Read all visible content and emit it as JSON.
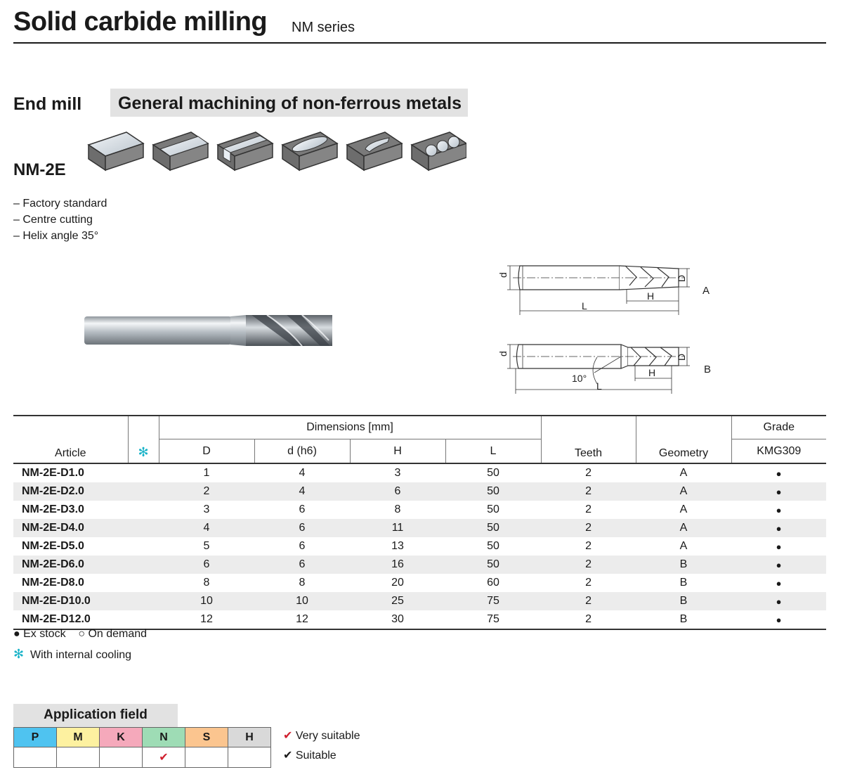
{
  "header": {
    "title": "Solid carbide milling",
    "subtitle": "NM series"
  },
  "section": {
    "type_label": "End mill",
    "banner": "General machining of non-ferrous metals"
  },
  "product": {
    "model": "NM-2E",
    "features": [
      "– Factory standard",
      "– Centre cutting",
      "– Helix angle 35°"
    ]
  },
  "drawing": {
    "a": {
      "label": "A",
      "d": "d",
      "D": "D",
      "H": "H",
      "L": "L"
    },
    "b": {
      "label": "B",
      "d": "d",
      "D": "D",
      "H": "H",
      "L": "L",
      "angle": "10°"
    }
  },
  "table": {
    "header_article": "Article",
    "header_cooling_icon": "✻",
    "header_dimensions": "Dimensions [mm]",
    "header_D": "D",
    "header_d": "d (h6)",
    "header_H": "H",
    "header_L": "L",
    "header_teeth": "Teeth",
    "header_geometry": "Geometry",
    "header_grade": "Grade",
    "header_grade_name": "KMG309",
    "rows": [
      [
        "NM-2E-D1.0",
        "1",
        "4",
        "3",
        "50",
        "2",
        "A",
        "●"
      ],
      [
        "NM-2E-D2.0",
        "2",
        "4",
        "6",
        "50",
        "2",
        "A",
        "●"
      ],
      [
        "NM-2E-D3.0",
        "3",
        "6",
        "8",
        "50",
        "2",
        "A",
        "●"
      ],
      [
        "NM-2E-D4.0",
        "4",
        "6",
        "11",
        "50",
        "2",
        "A",
        "●"
      ],
      [
        "NM-2E-D5.0",
        "5",
        "6",
        "13",
        "50",
        "2",
        "A",
        "●"
      ],
      [
        "NM-2E-D6.0",
        "6",
        "6",
        "16",
        "50",
        "2",
        "B",
        "●"
      ],
      [
        "NM-2E-D8.0",
        "8",
        "8",
        "20",
        "60",
        "2",
        "B",
        "●"
      ],
      [
        "NM-2E-D10.0",
        "10",
        "10",
        "25",
        "75",
        "2",
        "B",
        "●"
      ],
      [
        "NM-2E-D12.0",
        "12",
        "12",
        "30",
        "75",
        "2",
        "B",
        "●"
      ]
    ]
  },
  "legend": {
    "ex_stock": "● Ex stock",
    "on_demand": "○ On demand",
    "cooling_icon": "✻",
    "cooling_text": "With internal cooling"
  },
  "application": {
    "title": "Application field",
    "materials": [
      {
        "label": "P",
        "color": "#4fc3f0",
        "mark": ""
      },
      {
        "label": "M",
        "color": "#fdf1a0",
        "mark": ""
      },
      {
        "label": "K",
        "color": "#f5a9bb",
        "mark": ""
      },
      {
        "label": "N",
        "color": "#9edcb5",
        "mark": "✔"
      },
      {
        "label": "S",
        "color": "#fbc58f",
        "mark": ""
      },
      {
        "label": "H",
        "color": "#d9d9d9",
        "mark": ""
      }
    ],
    "very_suitable": "Very suitable",
    "suitable": "Suitable",
    "check": "✔"
  },
  "colors": {
    "cooling": "#19b3c8",
    "very_suitable": "#d0202f"
  }
}
